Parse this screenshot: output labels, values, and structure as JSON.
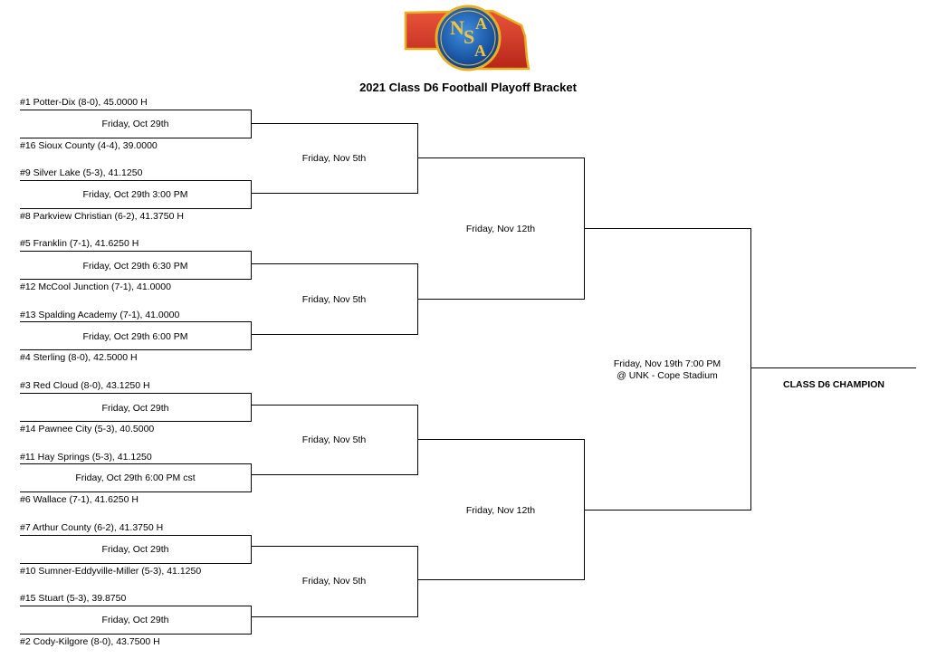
{
  "title": "2021 Class D6 Football Playoff Bracket",
  "logo": {
    "text": "NSAA",
    "letters": [
      "N",
      "S",
      "A",
      "A"
    ]
  },
  "round1": [
    {
      "top": "#1 Potter-Dix (8-0), 45.0000 H",
      "date": "Friday, Oct 29th",
      "bottom": "#16 Sioux County (4-4), 39.0000"
    },
    {
      "top": "#9 Silver Lake (5-3), 41.1250",
      "date": "Friday, Oct 29th 3:00 PM",
      "bottom": "#8 Parkview Christian (6-2), 41.3750 H"
    },
    {
      "top": "#5 Franklin (7-1), 41.6250 H",
      "date": "Friday, Oct 29th 6:30 PM",
      "bottom": "#12 McCool Junction (7-1), 41.0000"
    },
    {
      "top": "#13 Spalding Academy (7-1), 41.0000",
      "date": "Friday, Oct 29th 6:00 PM",
      "bottom": "#4 Sterling (8-0), 42.5000 H"
    },
    {
      "top": "#3 Red Cloud (8-0), 43.1250 H",
      "date": "Friday, Oct 29th",
      "bottom": "#14 Pawnee City (5-3), 40.5000"
    },
    {
      "top": "#11 Hay Springs (5-3), 41.1250",
      "date": "Friday, Oct 29th 6:00 PM cst",
      "bottom": "#6 Wallace (7-1), 41.6250 H"
    },
    {
      "top": "#7 Arthur County (6-2), 41.3750 H",
      "date": "Friday, Oct 29th",
      "bottom": "#10 Sumner-Eddyville-Miller (5-3), 41.1250"
    },
    {
      "top": "#15 Stuart (5-3), 39.8750",
      "date": "Friday, Oct 29th",
      "bottom": "#2 Cody-Kilgore (8-0), 43.7500 H"
    }
  ],
  "round2": [
    "Friday, Nov 5th",
    "Friday, Nov 5th",
    "Friday, Nov 5th",
    "Friday, Nov 5th"
  ],
  "round3": [
    "Friday, Nov 12th",
    "Friday, Nov 12th"
  ],
  "final": {
    "line1": "Friday, Nov 19th 7:00 PM",
    "line2": "@ UNK - Cope Stadium"
  },
  "champion": "CLASS D6 CHAMPION"
}
